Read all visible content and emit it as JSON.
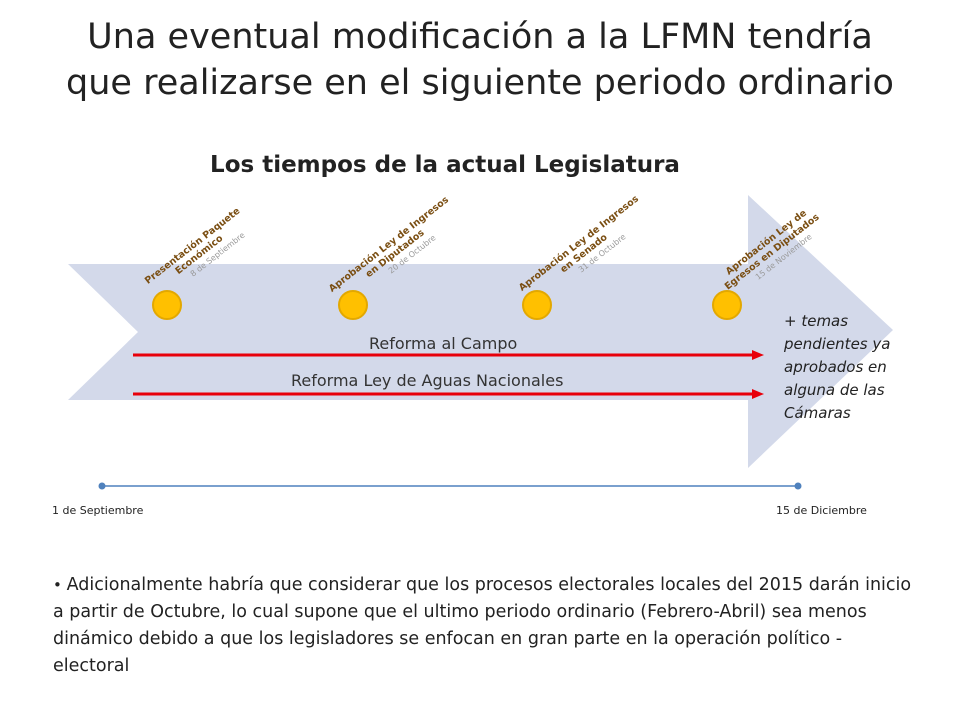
{
  "title": {
    "line1": "Una eventual modificación a la LFMN tendría",
    "line2": "que realizarse en el siguiente periodo ordinario"
  },
  "subtitle": "Los tiempos de la actual Legislatura",
  "colors": {
    "arrow_fill": "#D3D9EA",
    "milestone_dot": "#FFC000",
    "reform_line": "#E8000B",
    "timeline": "#4F81BD"
  },
  "milestones": [
    {
      "line1": "Presentación Paquete",
      "line2": "Económico",
      "date": "8 de Septiembre"
    },
    {
      "line1": "Aprobación Ley de Ingresos",
      "line2": "en Diputados",
      "date": "20 de Octubre"
    },
    {
      "line1": "Aprobación Ley de Ingresos",
      "line2": "en Senado",
      "date": "31 de Octubre"
    },
    {
      "line1": "Aprobación Ley de",
      "line2": "Egresos en Diputados",
      "date": "15 de Noviembre"
    }
  ],
  "reforms": [
    "Reforma  al Campo",
    "Reforma  Ley de Aguas Nacionales"
  ],
  "pending_note": "+ temas pendientes ya aprobados en alguna de las Cámaras",
  "timeline": {
    "start": "1 de Septiembre",
    "end": "15 de Diciembre"
  },
  "bullet": "Adicionalmente habría que considerar que los procesos electorales locales del 2015 darán inicio a partir de Octubre, lo cual supone que el ultimo periodo ordinario (Febrero-Abril) sea menos dinámico debido a que los legisladores se enfocan en gran parte en la operación político - electoral"
}
